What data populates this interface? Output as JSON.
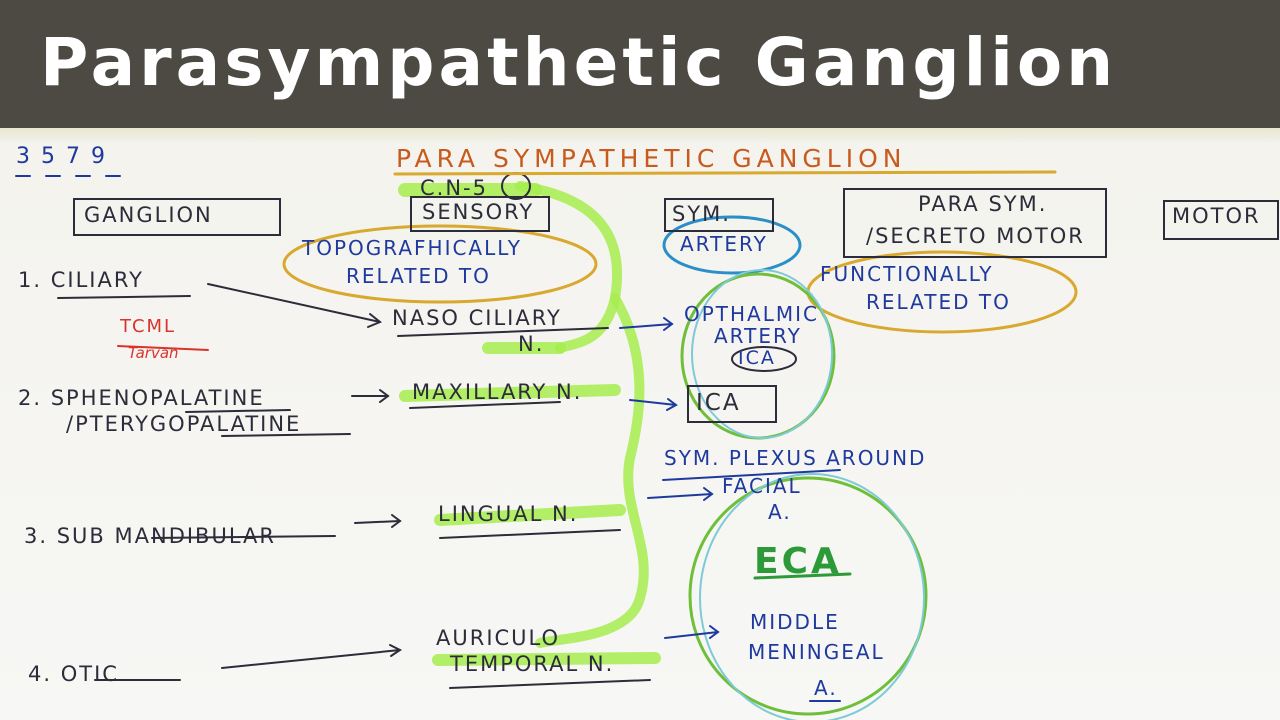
{
  "banner": {
    "title": "Parasympathetic Ganglion"
  },
  "sheet": {
    "page_numbers": "3 5 7 9",
    "title": "PARA SYMPATHETIC GANGLION",
    "headers": {
      "ganglion": "GANGLION",
      "cn": "C.N-5",
      "sensory": "SENSORY",
      "sym": "SYM.",
      "para_sym": "PARA SYM.",
      "secretomotor": "/SECRETO MOTOR",
      "motor": "MOTOR"
    },
    "notes": {
      "topo_1": "TOPOGRAFHICALLY",
      "topo_2": "RELATED TO",
      "artery": "ARTERY",
      "func_1": "FUNCTIONALLY",
      "func_2": "RELATED TO",
      "tcml": "TCML",
      "tcml_sub": "Tarvan",
      "eca": "ECA"
    },
    "rows": [
      {
        "ganglion": "1. CILIARY",
        "sensory": "NASO CILIARY",
        "sensory_2": "N.",
        "artery": "OPTHALMIC",
        "artery_2": "ARTERY",
        "artery_3": "ICA"
      },
      {
        "ganglion": "2. SPHENOPALATINE",
        "ganglion_2": "/PTERYGOPALATINE",
        "sensory": "MAXILLARY N.",
        "artery": "ICA"
      },
      {
        "ganglion": "3. SUB MANDIBULAR",
        "sensory": "LINGUAL N.",
        "artery": "SYM. PLEXUS AROUND",
        "artery_2": "FACIAL",
        "artery_3": "A."
      },
      {
        "ganglion": "4. OTIC",
        "sensory": "AURICULO",
        "sensory_2": "TEMPORAL N.",
        "artery": "MIDDLE",
        "artery_2": "MENINGEAL",
        "artery_3": "A."
      }
    ]
  },
  "colors": {
    "banner": "#4d4a44",
    "ink": "#2c2c3a",
    "blue_ink": "#1f3a9e",
    "orange_ink": "#c75a1c",
    "highlighter": "#9be84a",
    "circle_yellow": "#d9a82e",
    "circle_green": "#6fbf3a",
    "circle_teal": "#7ecad6"
  }
}
